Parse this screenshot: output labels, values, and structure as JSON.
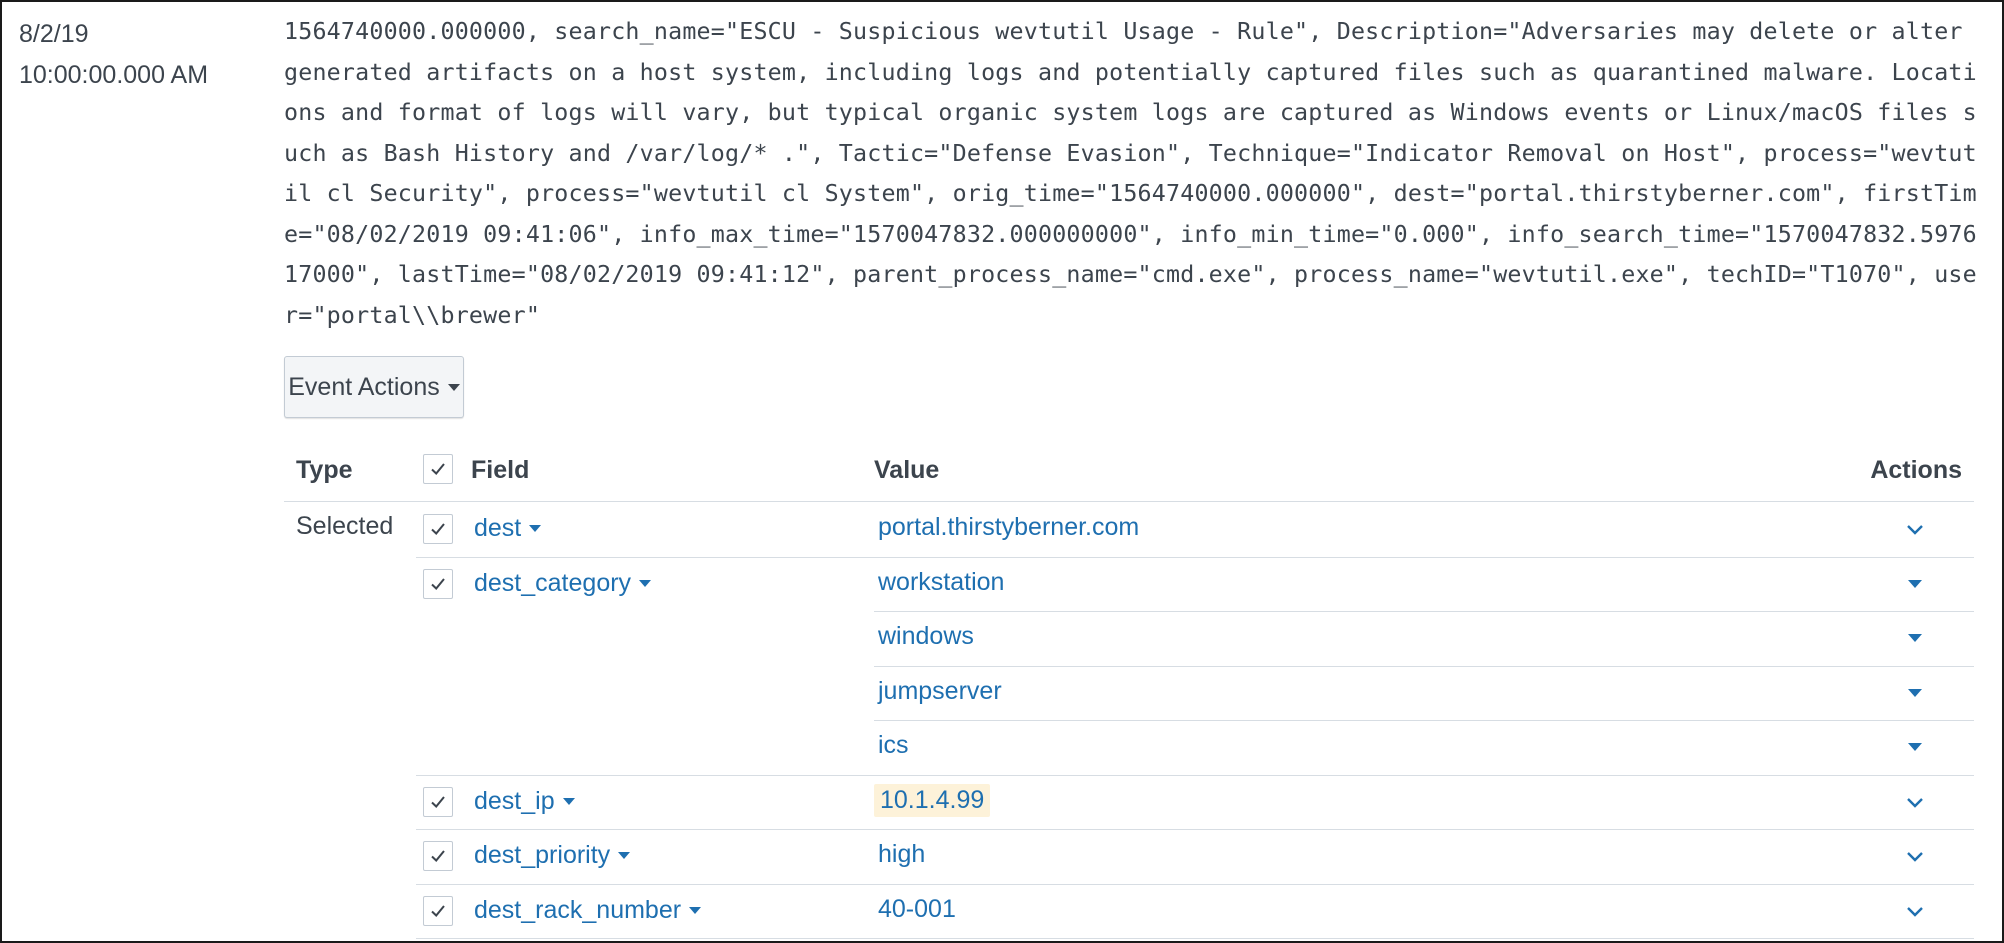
{
  "event": {
    "date": "8/2/19",
    "time": "10:00:00.000 AM",
    "raw": "1564740000.000000, search_name=\"ESCU - Suspicious wevtutil Usage - Rule\", Description=\"Adversaries may delete or alter generated artifacts on a host system, including logs and potentially captured files such as quarantined malware. Locations and format of logs will vary, but typical organic system logs are captured as Windows events or Linux/macOS files such as Bash History and /var/log/* .\", Tactic=\"Defense Evasion\", Technique=\"Indicator Removal on Host\", process=\"wevtutil  cl Security\", process=\"wevtutil  cl System\", orig_time=\"1564740000.000000\", dest=\"portal.thirstyberner.com\", firstTime=\"08/02/2019 09:41:06\", info_max_time=\"1570047832.000000000\", info_min_time=\"0.000\", info_search_time=\"1570047832.597617000\", lastTime=\"08/02/2019 09:41:12\", parent_process_name=\"cmd.exe\", process_name=\"wevtutil.exe\", techID=\"T1070\", user=\"portal\\\\brewer\""
  },
  "event_actions_label": "Event Actions",
  "table": {
    "headers": {
      "type": "Type",
      "field": "Field",
      "value": "Value",
      "actions": "Actions"
    },
    "group_label": "Selected",
    "rows": [
      {
        "field": "dest",
        "value": "portal.thirstyberner.com",
        "checked": true,
        "action": "chevron-down-icon"
      },
      {
        "field": "dest_category",
        "value": "workstation",
        "checked": true,
        "action": "caret-down-icon"
      },
      {
        "field": "",
        "value": "windows",
        "checked": false,
        "action": "caret-down-icon"
      },
      {
        "field": "",
        "value": "jumpserver",
        "checked": false,
        "action": "caret-down-icon"
      },
      {
        "field": "",
        "value": "ics",
        "checked": false,
        "action": "caret-down-icon"
      },
      {
        "field": "dest_ip",
        "value": "10.1.4.99",
        "checked": true,
        "action": "chevron-down-icon",
        "highlight": true
      },
      {
        "field": "dest_priority",
        "value": "high",
        "checked": true,
        "action": "chevron-down-icon"
      },
      {
        "field": "dest_rack_number",
        "value": "40-001",
        "checked": true,
        "action": "chevron-down-icon"
      }
    ]
  },
  "colors": {
    "link": "#1e6fb0",
    "text": "#3c444d",
    "highlight": "#fdf2d9",
    "border": "#d7dde3"
  }
}
